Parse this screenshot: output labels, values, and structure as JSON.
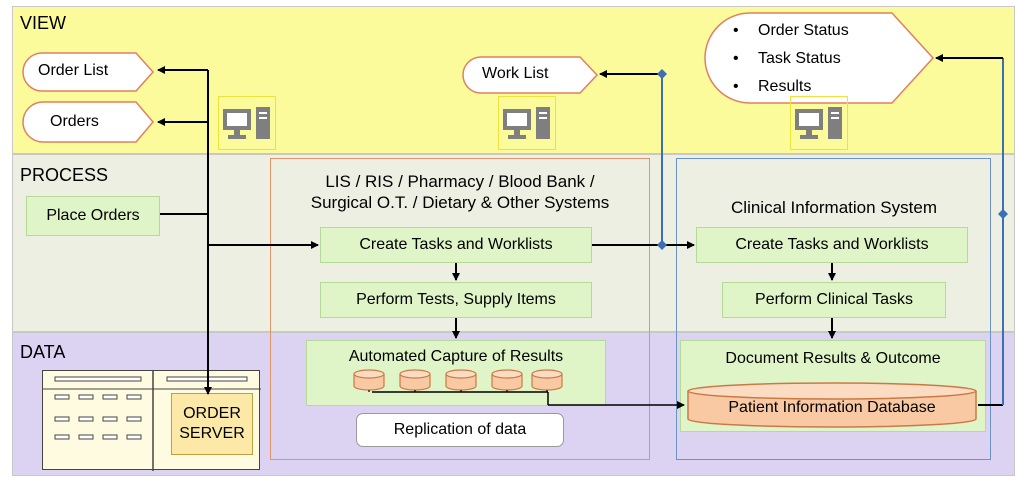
{
  "bands": {
    "view": "VIEW",
    "process": "PROCESS",
    "data": "DATA"
  },
  "view": {
    "order_list": "Order List",
    "orders": "Orders",
    "work_list": "Work List",
    "status_items": [
      "Order Status",
      "Task Status",
      "Results"
    ]
  },
  "process": {
    "place_orders": "Place Orders",
    "systems_title_line1": "LIS / RIS / Pharmacy / Blood Bank /",
    "systems_title_line2": "Surgical O.T. / Dietary & Other Systems",
    "create_tasks_left": "Create Tasks and Worklists",
    "perform_tests": "Perform Tests, Supply Items",
    "cis_title": "Clinical Information System",
    "create_tasks_right": "Create Tasks and Worklists",
    "perform_clinical": "Perform Clinical Tasks"
  },
  "data": {
    "automated_capture": "Automated Capture of Results",
    "replication": "Replication of data",
    "document_results": "Document Results &  Outcome",
    "patient_db": "Patient Information Database",
    "order_server_line1": "ORDER",
    "order_server_line2": "SERVER"
  },
  "colors": {
    "view_band": "#fbfb9b",
    "process_band": "#edefe2",
    "data_band": "#dcd3f2",
    "green_box": "#dff5c8",
    "orange_frame": "#e0956a",
    "blue_frame": "#6a94c8",
    "db_fill": "#f9c9a3",
    "connector_blue": "#3b6fb6"
  },
  "icons": [
    "computer-icon",
    "computer-icon",
    "computer-icon"
  ]
}
